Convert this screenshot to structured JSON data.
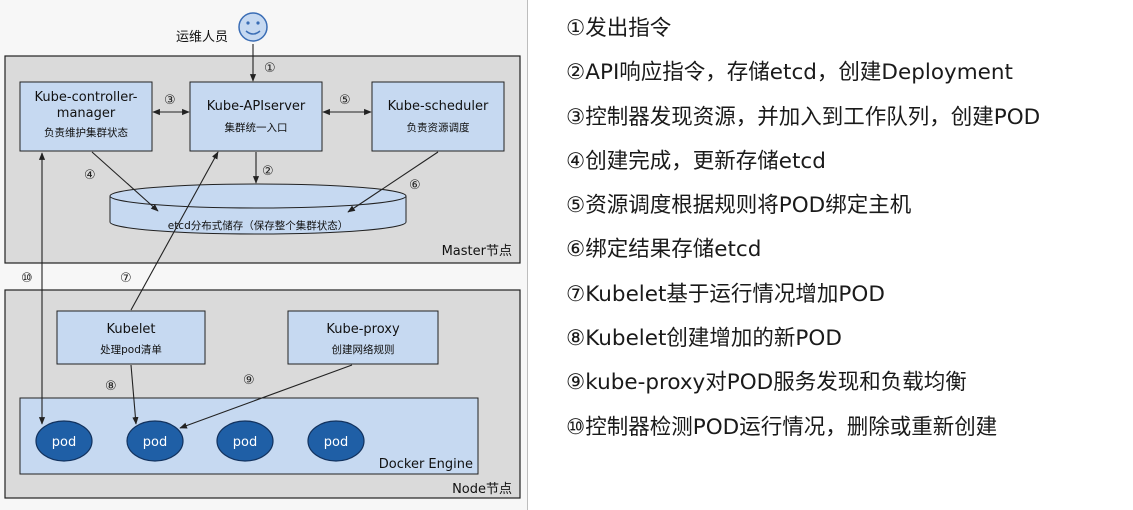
{
  "operator": {
    "label": "运维人员"
  },
  "master": {
    "region_label": "Master节点",
    "controller_manager": {
      "title_line1": "Kube-controller-",
      "title_line2": "manager",
      "subtitle": "负责维护集群状态"
    },
    "apiserver": {
      "title": "Kube-APIserver",
      "subtitle": "集群统一入口"
    },
    "scheduler": {
      "title": "Kube-scheduler",
      "subtitle": "负责资源调度"
    },
    "etcd": {
      "label": "etcd分布式储存（保存整个集群状态）"
    }
  },
  "node": {
    "region_label": "Node节点",
    "kubelet": {
      "title": "Kubelet",
      "subtitle": "处理pod清单"
    },
    "kube_proxy": {
      "title": "Kube-proxy",
      "subtitle": "创建网络规则"
    },
    "docker_engine": {
      "label": "Docker Engine"
    },
    "pods": [
      "pod",
      "pod",
      "pod",
      "pod"
    ]
  },
  "step_markers": {
    "s1": "①",
    "s2": "②",
    "s3": "③",
    "s4": "④",
    "s5": "⑤",
    "s6": "⑥",
    "s7": "⑦",
    "s8": "⑧",
    "s9": "⑨",
    "s10": "⑩"
  },
  "steps": [
    "①发出指令",
    "②API响应指令，存储etcd，创建Deployment",
    "③控制器发现资源，并加入到工作队列，创建POD",
    "④创建完成，更新存储etcd",
    "⑤资源调度根据规则将POD绑定主机",
    "⑥绑定结果存储etcd",
    "⑦Kubelet基于运行情况增加POD",
    "⑧Kubelet创建增加的新POD",
    "⑨kube-proxy对POD服务发现和负载均衡",
    "⑩控制器检测POD运行情况，删除或重新创建"
  ],
  "colors": {
    "region_fill": "#dadada",
    "box_fill": "#c6d9f1",
    "pod_fill": "#1f5fa6",
    "etcd_fill": "#c6d9f1",
    "smiley_fill": "#c6d9f1"
  }
}
